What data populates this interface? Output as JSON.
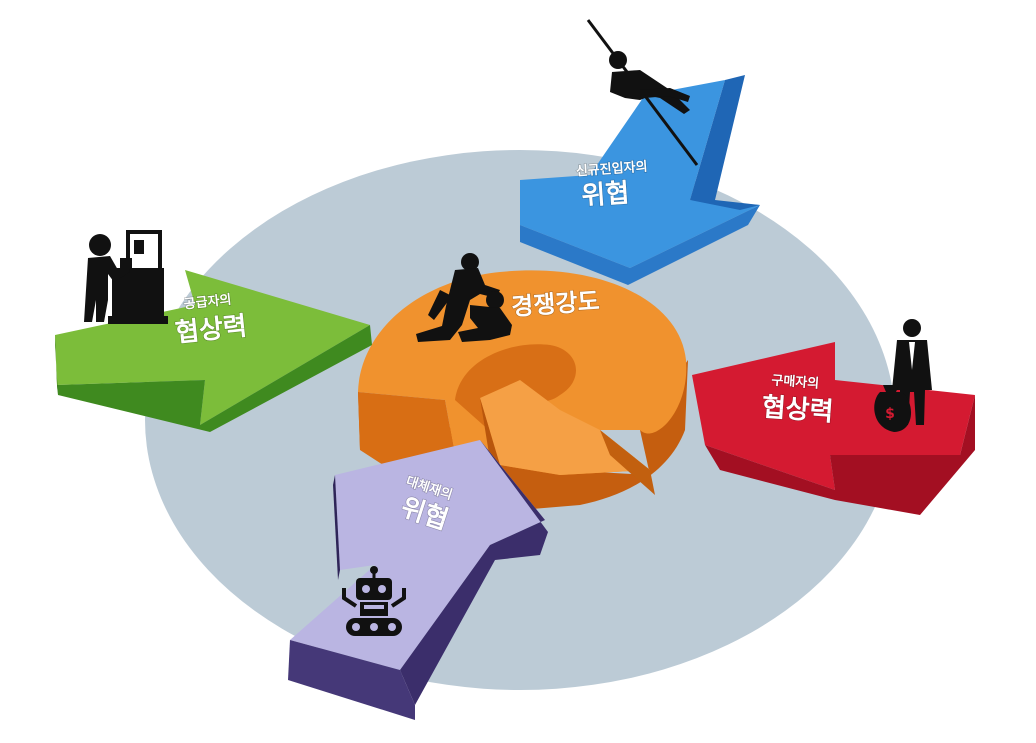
{
  "forces": {
    "rivalry": {
      "title": "경쟁강도",
      "color": "#f0922e"
    },
    "new_entrants": {
      "small": "신규진입자의",
      "big": "위협",
      "color": "#3b95e0"
    },
    "suppliers": {
      "small": "공급자의",
      "big": "협상력",
      "color": "#7cbd3a"
    },
    "buyers": {
      "small": "구매자의",
      "big": "협상력",
      "color": "#d41a31"
    },
    "substitutes": {
      "small": "대체재의",
      "big": "위협",
      "color": "#bab5e2"
    }
  },
  "background": {
    "ellipse_color": "#bccbd6"
  },
  "icons": [
    "pole-vaulter-icon",
    "factory-worker-icon",
    "wrestlers-icon",
    "businessman-money-bag-icon",
    "robot-icon"
  ]
}
